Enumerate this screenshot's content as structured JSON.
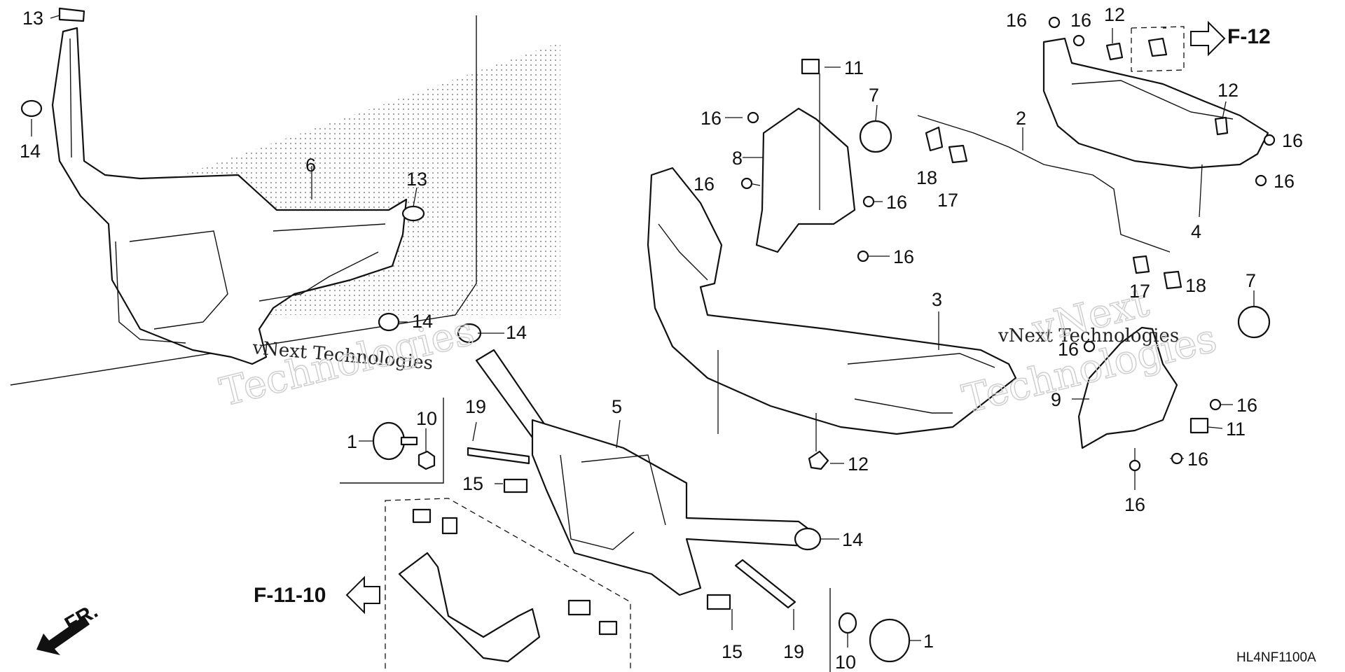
{
  "diagram": {
    "callouts": {
      "c1a": "1",
      "c1b": "1",
      "c2": "2",
      "c3": "3",
      "c4": "4",
      "c5": "5",
      "c6": "6",
      "c7a": "7",
      "c7b": "7",
      "c8": "8",
      "c9": "9",
      "c10a": "10",
      "c10b": "10",
      "c11a": "11",
      "c11b": "11",
      "c12a": "12",
      "c12b": "12",
      "c12c": "12",
      "c13a": "13",
      "c13b": "13",
      "c14a": "14",
      "c14b": "14",
      "c14c": "14",
      "c14d": "14",
      "c15a": "15",
      "c15b": "15",
      "c16a": "16",
      "c16b": "16",
      "c16c": "16",
      "c16d": "16",
      "c16e": "16",
      "c16f": "16",
      "c16g": "16",
      "c16h": "16",
      "c16i": "16",
      "c16j": "16",
      "c16k": "16",
      "c16l": "16",
      "c17a": "17",
      "c17b": "17",
      "c18a": "18",
      "c18b": "18",
      "c19a": "19",
      "c19b": "19"
    },
    "references": {
      "top_right": "F-12",
      "left": "F-11-10"
    },
    "direction_label": "FR.",
    "diagram_code": "HL4NF1100A",
    "watermark": {
      "line1": "vNext Technologies",
      "line2": "Technologies",
      "line3": "vNext"
    },
    "colors": {
      "ink": "#111111",
      "background": "#ffffff"
    }
  }
}
